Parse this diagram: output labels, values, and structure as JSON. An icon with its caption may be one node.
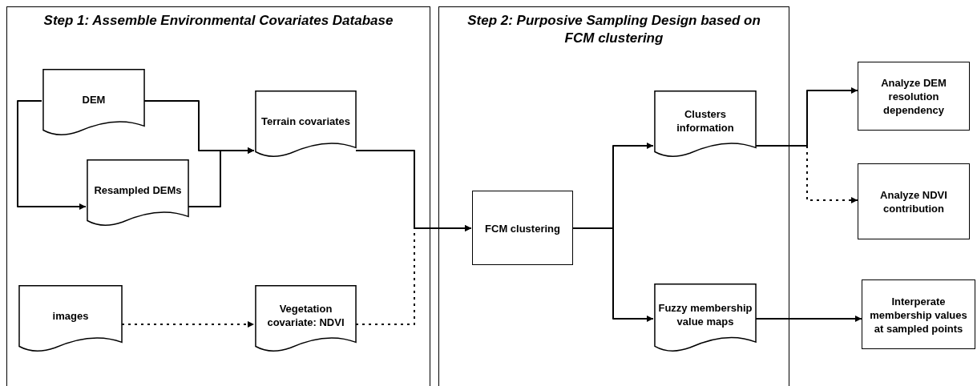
{
  "diagram": {
    "nodes": [
      {
        "text": [
          "Step 1: Assemble Environmental Covariates Database"
        ]
      },
      {
        "text": [
          "DEM"
        ],
        "in": 0
      },
      {
        "text": [
          "Resampled DEMs"
        ],
        "in": 0
      },
      {
        "text": [
          "Terrain covariates"
        ],
        "in": 0
      },
      {
        "text": [
          "images"
        ],
        "in": 0
      },
      {
        "text": [
          "Vegetation covariate: NDVI"
        ],
        "in": 0
      },
      {
        "text": [
          "Step 2: Purposive Sampling Design based on FCM clustering"
        ]
      },
      {
        "text": [
          "FCM clustering"
        ],
        "in": 6
      },
      {
        "text": [
          "Clusters information"
        ],
        "in": 6
      },
      {
        "text": [
          "Fuzzy membership value maps"
        ],
        "in": 6
      },
      {
        "text": [
          "Analyze DEM resolution dependency"
        ]
      },
      {
        "text": [
          "Analyze NDVI contribution"
        ]
      },
      {
        "text": [
          "Interperate membership values at sampled points"
        ]
      }
    ],
    "edges": [
      {
        "from": 1,
        "to": 3,
        "arrow": "to"
      },
      {
        "from": 1,
        "to": 2,
        "arrow": "to"
      },
      {
        "from": 2,
        "to": 3,
        "arrow": "to"
      },
      {
        "from": 3,
        "to": 7,
        "arrow": "to"
      },
      {
        "from": 4,
        "to": 5,
        "arrow": "to",
        "style": "dashed"
      },
      {
        "from": 5,
        "to": 7,
        "arrow": "to",
        "style": "dashed"
      },
      {
        "from": 7,
        "to": 8,
        "arrow": "to"
      },
      {
        "from": 7,
        "to": 9,
        "arrow": "to"
      },
      {
        "from": 8,
        "to": 10,
        "arrow": "to"
      },
      {
        "from": 8,
        "to": 11,
        "arrow": "to",
        "style": "dashed"
      },
      {
        "from": 9,
        "to": 12,
        "arrow": "to"
      }
    ]
  }
}
